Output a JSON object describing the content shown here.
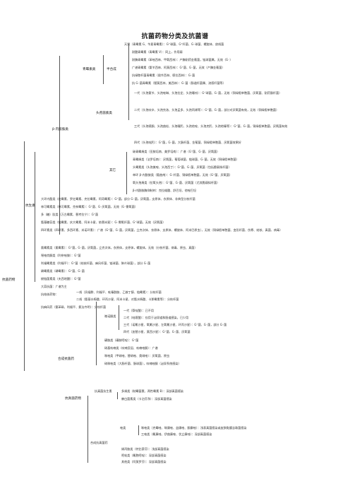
{
  "title": "抗菌药物分类及抗菌谱",
  "root": "抗菌药物",
  "antibiotics": "抗生素",
  "synthetic": "合成抗菌药",
  "antibiotic_groups": {
    "beta_lactam": "β-内酰胺类",
    "penicillins": "青霉素类",
    "semi_synthetic": "半合成",
    "cephalosporins": "头孢菌素类",
    "others": "其它"
  },
  "lines": [
    "天然（青霉素 G、苄星青霉素）：G⁺球菌、G⁺杆菌、G⁻球菌、螺旋体、放线菌",
    "耐酸青霉素（青霉素 V）：同上，作用弱",
    "耐酶青霉素（苯唑西林、甲氧西林）：产酶耐药金葡菌，链球菌属，无效（G⁻）",
    "广谱青霉素（氨苄西林、阿莫西林）：G⁺菌、G⁻菌，无效（产酶金葡菌）",
    "抗绿脓杆菌青霉素（羧苄西林、哌拉西林）：G⁻菌",
    "抗 G⁻菌青霉素（替莫西林、美西林）：G⁻菌（肠道杆菌属、流感杆菌等）",
    "一代（头孢氨苄、头孢唑啉、头孢拉定、头孢噻吩）：G⁺球菌、G⁻菌，无效（铜绿假单胞菌、厌氧菌、耐药肠杆菌）",
    "二代（头孢呋辛、头孢克洛、头孢孟多、头孢丙烯等）：G⁺菌、G⁻菌，部分对厌氧菌有效，无效（铜绿假单胞菌）",
    "三代（头孢哌酮、头孢曲松、头孢噻肟、头孢他啶、头孢克肟、头孢地嗪等）：G⁺菌、G⁻菌，铜绿假单胞菌、厌氧菌有效",
    "四代（头孢吡肟）：G⁺菌，G⁻菌，大肠杆菌、金葡菌、铜绿假单胞菌、厌氧菌效果好",
    "碳青霉烯类（亚胺培南、美罗培南）：广谱（G⁺菌、G⁻菌、厌氧菌）",
    "青霉烯类（法罗培南）：厌氧菌，葡萄球菌、链球菌、G⁻菌，无效（铜绿假单胞菌）",
    "头霉素类（头孢美唑、头孢西丁）：G⁺菌、G⁻菌、厌氧菌（包括脆弱拟杆菌）",
    "单环 β-内酰胺类（氨曲南）：G⁻杆菌、铜绿假单胞菌，无效（G⁺菌、厌氧菌）",
    "氧头孢烯类（拉氧头孢）：G⁺菌、G⁻菌、厌氧菌（尤其脆弱拟杆菌）",
    "β-内酰胺酶抑制剂：克拉维酸、舒巴坦、他唑巴坦",
    "大环内酯类（红霉素、罗红霉素、克拉霉素、阿奇霉素）：G⁺菌，部分 G⁻菌，厌氧菌，支原体、衣原体、非典型分枝杆菌",
    "林可霉素类（林可霉素、克林霉素）：G⁺菌、G⁻厌氧菌，无效（G⁻需氧菌）",
    "多（糖）肽类（万古霉素、替考拉宁）：G⁺菌",
    "氨基糖苷类（链霉素、庆大霉素、阿米卡星、依替米星）：G⁻需氧杆菌、G⁺球菌，无效（厌氧菌）",
    "四环素类（四环素、多西环素、米诺环素）：广谱（G⁺菌、G⁻菌，厌氧菌，立克次体、衣原体、支原体、螺旋体、阿米巴原虫），无效（铜绿假单胞菌、变形杆菌、伤寒、结核、真菌、病毒）",
    "氯霉素类（氯霉素）：G⁺菌，G⁻菌，厌氧菌，立克次体，衣原体，支原体，螺旋体，无效（分枝杆菌、病毒、原虫、真菌）",
    "噁唑烷酮类（利奈唑胺）：G⁺菌",
    "利福霉素类（利福平）：G⁺菌（结核杆菌、麻风杆菌、链球菌、肺炎球菌），部分 G⁻菌",
    "磷霉素类（磷霉素）：G⁺菌、G⁻菌",
    "梭链菌素类（夫西地酸）：G⁺菌",
    "大蒜抗菌：广谱为主",
    "抗结核药物：",
    "一线（异烟肼、利福平、吡嗪酰胺、乙胺丁醇、链霉素）：分枝杆菌",
    "二线（氨基水杨酸、环丙沙星、阿米卡星、对氨水杨酸、卡那霉素等）：分枝杆菌",
    "抗麻风药（氨苯砜、利福平、氯法齐明）：分枝杆菌",
    "喹诺酮类",
    "一代（萘啶酸）：已不用",
    "二代（吡哌酸）：仅用于泌尿道和肠道感染，已少用",
    "三代（诺氟沙星、氧氟沙星、左氧氟沙星、环丙沙星）：G⁺菌、G⁻菌，部分 G⁻菌",
    "四代（加替沙星、莫西沙星）：G⁺菌、G⁻菌、厌氧菌",
    "磺胺类（磺胺嘧啶）：G⁺菌",
    "硝基呋喃类（呋喃妥因、呋喃唑酮）：广谱",
    "咪唑类（甲硝唑、替硝唑、奥硝唑）：厌氧菌、原虫",
    "硝咪唑类（大肠杆菌、肠球菌），呋喃唑酮（泌尿系统感染）",
    "抗真菌药物",
    "抗真菌抗生素",
    "多烯类（制霉菌素、两性霉素 B）：深部真菌感染",
    "棘白菌素类（卡泊芬净）：深部真菌感染",
    "唑类",
    "咪唑类（克霉唑、咪康唑、益康唑、酮康唑）：浅表真菌感染或皮肤黏膜念珠菌感染",
    "三唑类（氟康唑、伊曲康唑、伏立康唑）：深部真菌感染",
    "合成抗真菌药",
    "烯丙胺类（特比萘芬）：浅部真菌感染",
    "嘧啶类（氟胞嘧啶）：深部真菌感染",
    "其他类（阿莫罗芬）：深部真菌感染"
  ]
}
